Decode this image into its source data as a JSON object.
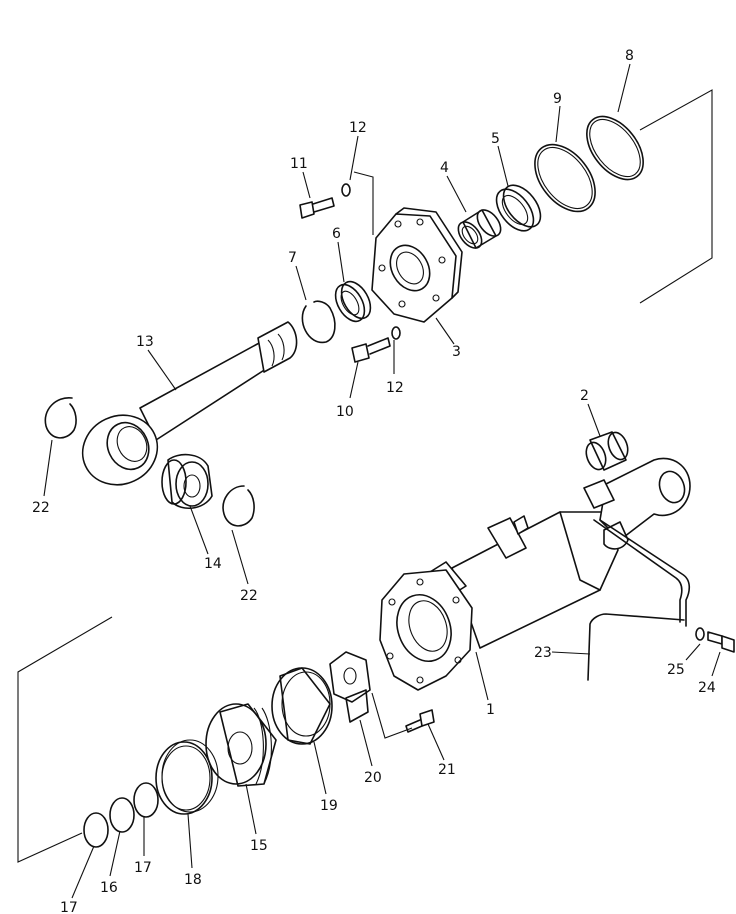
{
  "labels": {
    "p1": "1",
    "p2": "2",
    "p3": "3",
    "p4": "4",
    "p5": "5",
    "p6": "6",
    "p7": "7",
    "p8": "8",
    "p9": "9",
    "p10": "10",
    "p11": "11",
    "p12a": "12",
    "p12b": "12",
    "p13": "13",
    "p14": "14",
    "p15": "15",
    "p16": "16",
    "p17a": "17",
    "p17b": "17",
    "p18": "18",
    "p19": "19",
    "p20": "20",
    "p21": "21",
    "p22a": "22",
    "p22b": "22",
    "p23": "23",
    "p24": "24",
    "p25": "25"
  }
}
